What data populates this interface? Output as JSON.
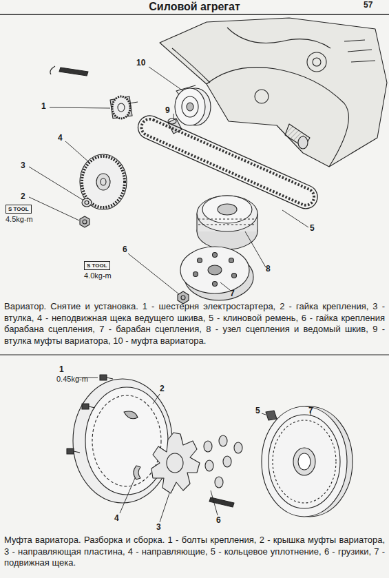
{
  "diagram": {
    "title": "Силовой агрегат",
    "nodes": [
      {
        "text": [
          "S TOOL",
          "4.5kg-m"
        ]
      },
      {
        "text": [
          "S TOOL",
          "4.0kg-m"
        ]
      }
    ],
    "labels": [
      "57",
      "Вариатор. Снятие и установка. 1 - шестерня электростартера, 2 - гайка крепления, 3 - втулка, 4 - неподвижная щека ведущего шкива, 5 - клиновой ремень, 6 - гайка крепления барабана сцепления, 7 - барабан сцепления, 8 - узел сцепления и ведомый шкив, 9 - втулка муфты вариатора, 10 - муфта вариатора.",
      "Муфта вариатора. Разборка и сборка. 1 - болты крепления, 2 - крышка муфты вариатора, 3 - направляющая пластина, 4 - направляющие, 5 - кольцевое уплотнение, 6 - грузики, 7 - подвижная щека.",
      "1",
      "2",
      "3",
      "4",
      "5",
      "6",
      "7",
      "8",
      "9",
      "10",
      "1",
      "0.45kg-m",
      "2",
      "3",
      "4",
      "5",
      "6",
      "7"
    ]
  }
}
